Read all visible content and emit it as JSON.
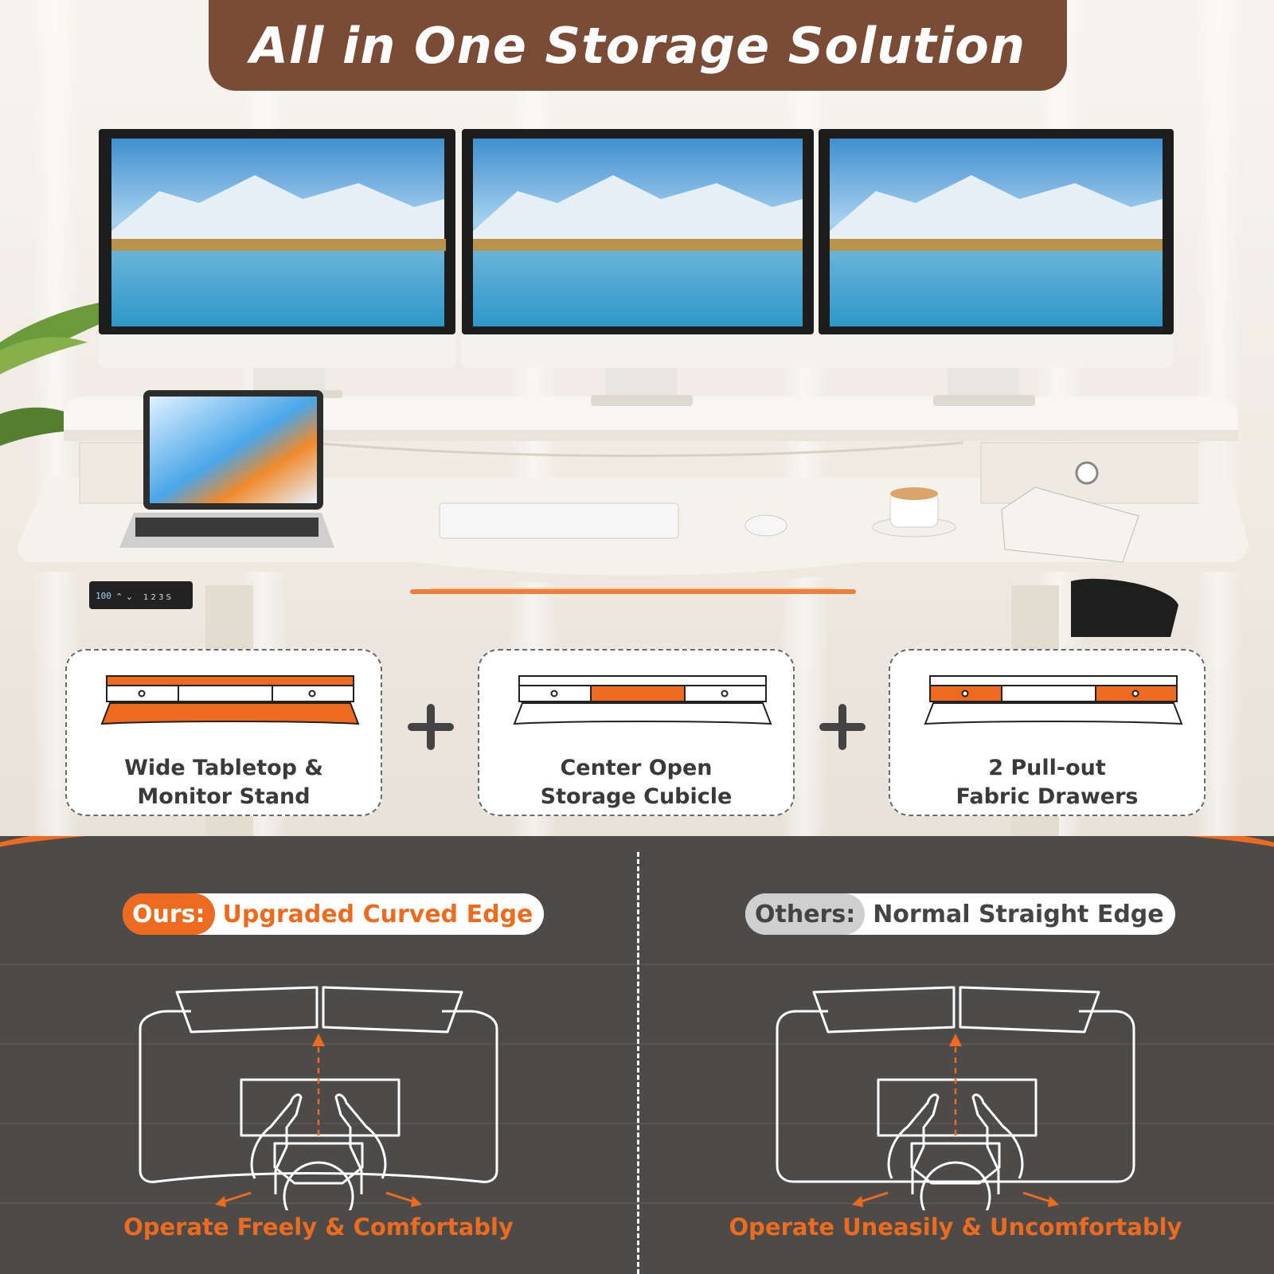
{
  "title": "All in One Storage Solution",
  "colors": {
    "brand_brown": "#7a4b35",
    "accent_orange": "#ec6b1f",
    "panel_dark": "#4d4b4a",
    "others_gray": "#bdbdbd"
  },
  "features": [
    {
      "line1": "Wide Tabletop &",
      "line2": "Monitor Stand",
      "highlight": "tabletop-and-stand"
    },
    {
      "line1": "Center Open",
      "line2": "Storage Cubicle",
      "highlight": "center-cubicle"
    },
    {
      "line1": "2 Pull-out",
      "line2": "Fabric Drawers",
      "highlight": "side-drawers"
    }
  ],
  "plus_icon": "plus-icon",
  "monitor_readout": "100",
  "preset_keys": "1 2 3 S",
  "comparison": {
    "ours": {
      "tag": "Ours:",
      "text": "Upgraded Curved Edge",
      "caption": "Operate Freely & Comfortably"
    },
    "others": {
      "tag": "Others:",
      "text": "Normal Straight Edge",
      "caption": "Operate Uneasily & Uncomfortably"
    }
  }
}
